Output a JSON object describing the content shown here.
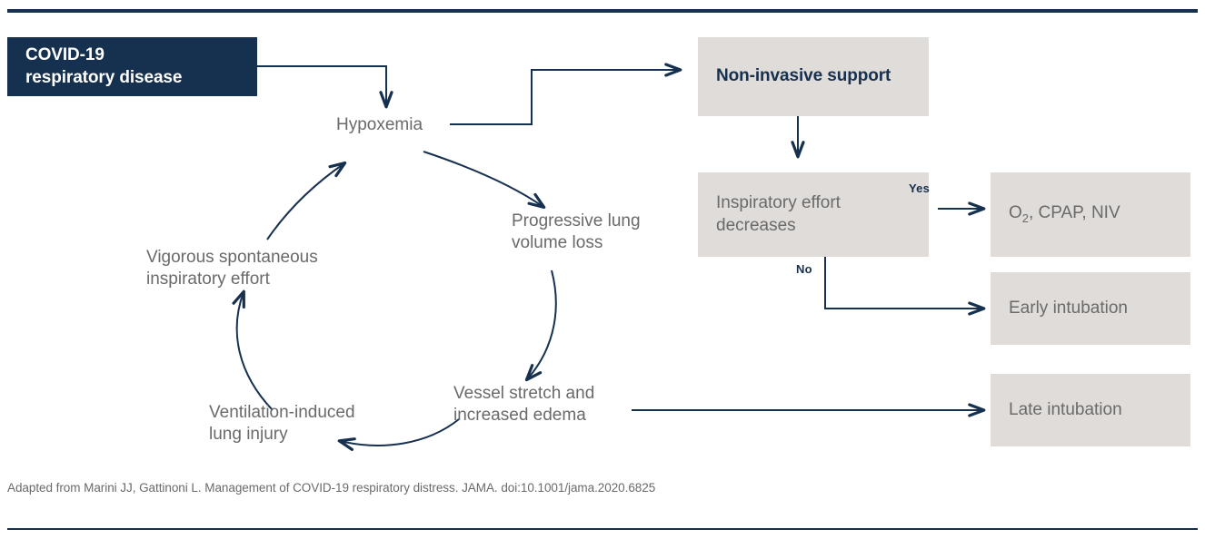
{
  "figure": {
    "title_box": {
      "line1": "COVID-19",
      "line2": "respiratory disease"
    },
    "caption": "Adapted from Marini JJ, Gattinoni L. Management of COVID-19 respiratory distress. JAMA. doi:10.1001/jama.2020.6825",
    "colors": {
      "navy": "#16304f",
      "grey_box": "#e0dcd9",
      "grey_text": "#6a6a6a",
      "white": "#ffffff"
    }
  },
  "cycle": {
    "nodes": [
      {
        "id": "hypoxemia",
        "label": "Hypoxemia"
      },
      {
        "id": "progressive-lung-volume-loss",
        "line1": "Progressive lung",
        "line2": "volume loss"
      },
      {
        "id": "vessel-stretch",
        "line1": "Vessel stretch and",
        "line2": "increased edema"
      },
      {
        "id": "ventilation-induced-lung-injury",
        "line1": "Ventilation-induced",
        "line2": "lung injury"
      },
      {
        "id": "vigorous-inspiratory-effort",
        "line1": "Vigorous spontaneous",
        "line2": "inspiratory effort"
      }
    ]
  },
  "pathway": {
    "non_invasive_support": "Non-invasive support",
    "decision": {
      "line1": "Inspiratory effort",
      "line2": "decreases",
      "yes_label": "Yes",
      "no_label": "No"
    },
    "outcomes": [
      {
        "id": "o2-cpap-niv",
        "label_html": "O<sub>2</sub>, CPAP, NIV",
        "label": "O2, CPAP, NIV"
      },
      {
        "id": "early-intubation",
        "label": "Early intubation"
      },
      {
        "id": "late-intubation",
        "label": "Late intubation"
      }
    ]
  }
}
